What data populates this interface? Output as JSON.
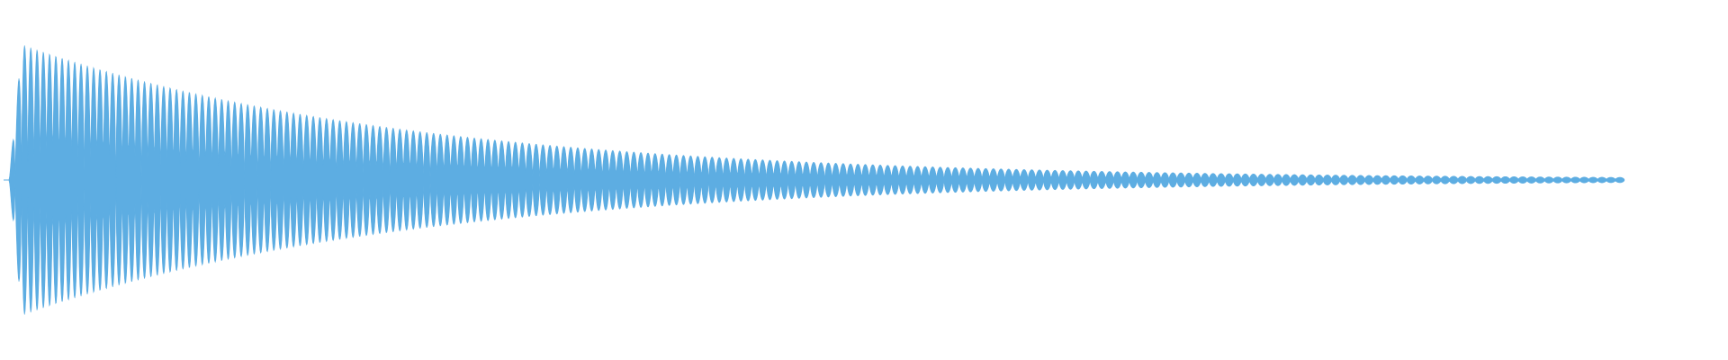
{
  "waveform": {
    "color": "#5DADE2",
    "background": "#ffffff",
    "cycles": 110,
    "attack_cycles": 7,
    "end_fraction": 0.94
  }
}
